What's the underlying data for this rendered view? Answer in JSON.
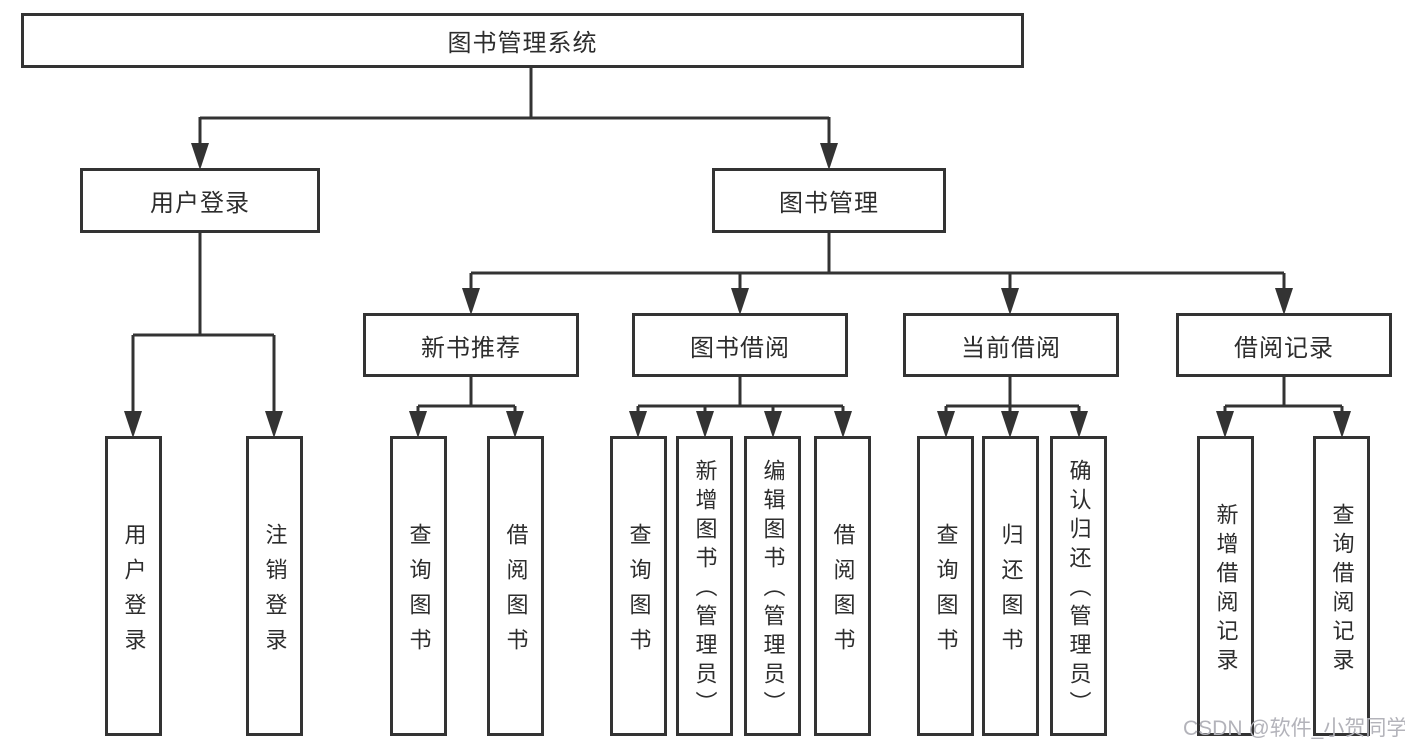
{
  "nodes": {
    "root": "图书管理系统",
    "level2": {
      "user_login": "用户登录",
      "book_management": "图书管理"
    },
    "level3": {
      "new_book_rec": "新书推荐",
      "book_borrow": "图书借阅",
      "current_borrow": "当前借阅",
      "borrow_record": "借阅记录"
    },
    "leaves": {
      "user_login": [
        "用户登录",
        "注销登录"
      ],
      "new_book_rec": [
        "查询图书",
        "借阅图书"
      ],
      "book_borrow": [
        "查询图书",
        "新增图书（管理员）",
        "编辑图书（管理员）",
        "借阅图书"
      ],
      "current_borrow": [
        "查询图书",
        "归还图书",
        "确认归还（管理员）"
      ],
      "borrow_record": [
        "新增借阅记录",
        "查询借阅记录"
      ]
    }
  },
  "watermark": "CSDN @软件_小贺同学",
  "colors": {
    "line": "#333333",
    "text": "#2d2d2d",
    "background": "#ffffff",
    "watermark": "#b3b3ba"
  }
}
